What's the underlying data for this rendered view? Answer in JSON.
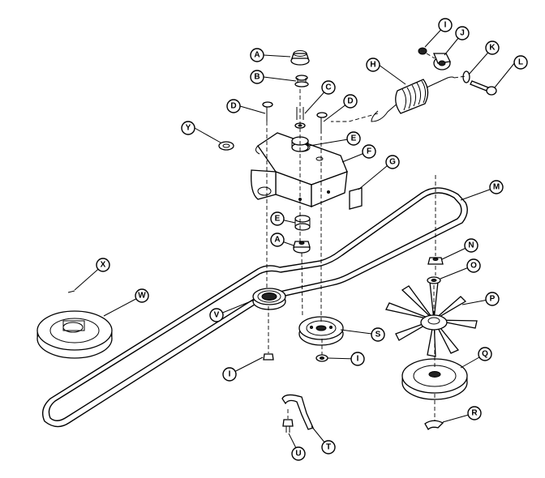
{
  "callouts": [
    {
      "id": "A",
      "label": "A"
    },
    {
      "id": "B",
      "label": "B"
    },
    {
      "id": "C",
      "label": "C"
    },
    {
      "id": "D",
      "label": "D"
    },
    {
      "id": "D2",
      "label": "D"
    },
    {
      "id": "E",
      "label": "E"
    },
    {
      "id": "F",
      "label": "F"
    },
    {
      "id": "G",
      "label": "G"
    },
    {
      "id": "H",
      "label": "H"
    },
    {
      "id": "I",
      "label": "I"
    },
    {
      "id": "J",
      "label": "J"
    },
    {
      "id": "K",
      "label": "K"
    },
    {
      "id": "L",
      "label": "L"
    },
    {
      "id": "M",
      "label": "M"
    },
    {
      "id": "Y",
      "label": "Y"
    },
    {
      "id": "E2",
      "label": "E"
    },
    {
      "id": "A2",
      "label": "A"
    },
    {
      "id": "N",
      "label": "N"
    },
    {
      "id": "O",
      "label": "O"
    },
    {
      "id": "P",
      "label": "P"
    },
    {
      "id": "X",
      "label": "X"
    },
    {
      "id": "W",
      "label": "W"
    },
    {
      "id": "V",
      "label": "V"
    },
    {
      "id": "S",
      "label": "S"
    },
    {
      "id": "I2",
      "label": "I"
    },
    {
      "id": "I3",
      "label": "I"
    },
    {
      "id": "Q",
      "label": "Q"
    },
    {
      "id": "R",
      "label": "R"
    },
    {
      "id": "T",
      "label": "T"
    },
    {
      "id": "U",
      "label": "U"
    }
  ]
}
